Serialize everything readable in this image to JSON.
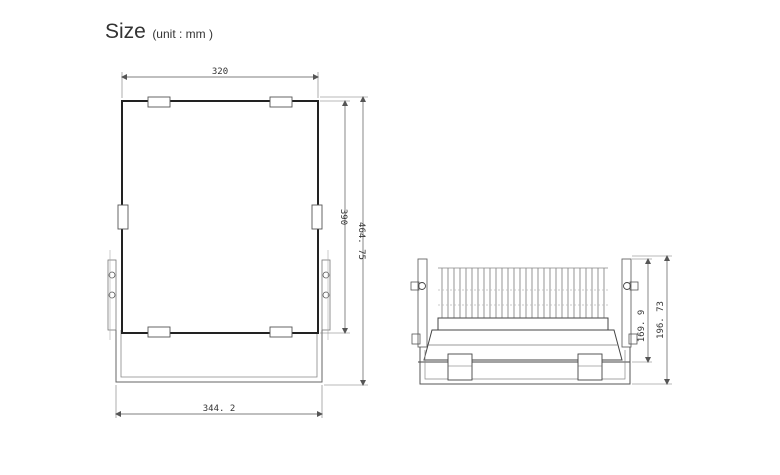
{
  "title": {
    "main": "Size",
    "unit": "(unit : mm )"
  },
  "front_view": {
    "width_top": "320",
    "width_bottom": "344. 2",
    "height_inner": "390",
    "height_outer": "464. 75"
  },
  "side_view": {
    "height_inner": "169. 9",
    "height_outer": "196. 73"
  }
}
